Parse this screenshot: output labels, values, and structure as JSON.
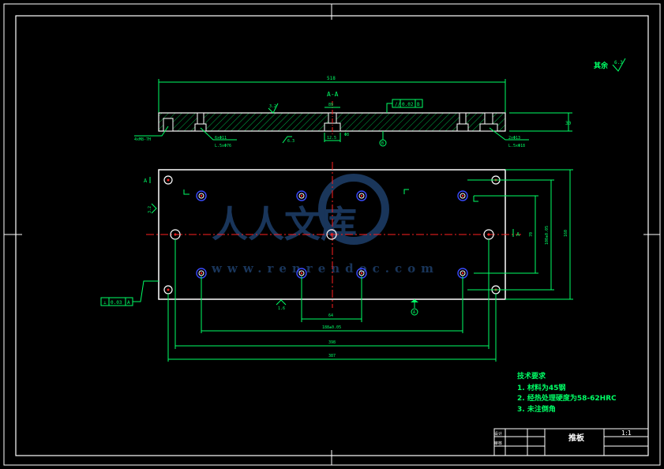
{
  "roughness": {
    "label": "其余",
    "value": "6.3"
  },
  "section_view": {
    "title": "A-A",
    "overall_length": "518",
    "thickness": "30",
    "flatness_tol": "0.02",
    "flatness_datum": "B",
    "center_dim": "89",
    "bore_note": "4xM8-7H",
    "cbore_left": "6xΦ11",
    "cbore_left_sub": "L.5xΦ76",
    "cbore_right": "2xΦ13",
    "cbore_right_sub": "L.5xΦ18",
    "ra_center": "12.5",
    "ra_left": "6.3",
    "ra_top": "3.2",
    "small_dim": "Φ8",
    "datum_b": "B"
  },
  "plan_view": {
    "section_mark": "A",
    "perp_tol": "0.03",
    "perp_datum": "A",
    "ra_side": "3.2",
    "ra_bottom": "1.6",
    "datum_a": "A",
    "dim_inner_spacing": "64",
    "dim_middle_spacing": "188±0.05",
    "dim_outer_spacing": "398",
    "dim_total": "387",
    "dim_height_total": "160",
    "dim_height_mid": "100±0.05",
    "dim_height_small": "70"
  },
  "tech_requirements": {
    "title": "技术要求",
    "items": [
      "1. 材料为45钢",
      "2. 经热处理硬度为58-62HRC",
      "3. 未注倒角"
    ]
  },
  "title_block": {
    "part_name": "推板",
    "scale": "1:1",
    "row1_label": "设计",
    "row2_label": "审核"
  },
  "watermark": {
    "text": "人人文库",
    "url": "www.renrendoc.com"
  },
  "colors": {
    "line": "#00ff66",
    "outline": "#ffffff",
    "center": "#ff2020",
    "hole": "#3a4bff",
    "bg": "#000000"
  }
}
